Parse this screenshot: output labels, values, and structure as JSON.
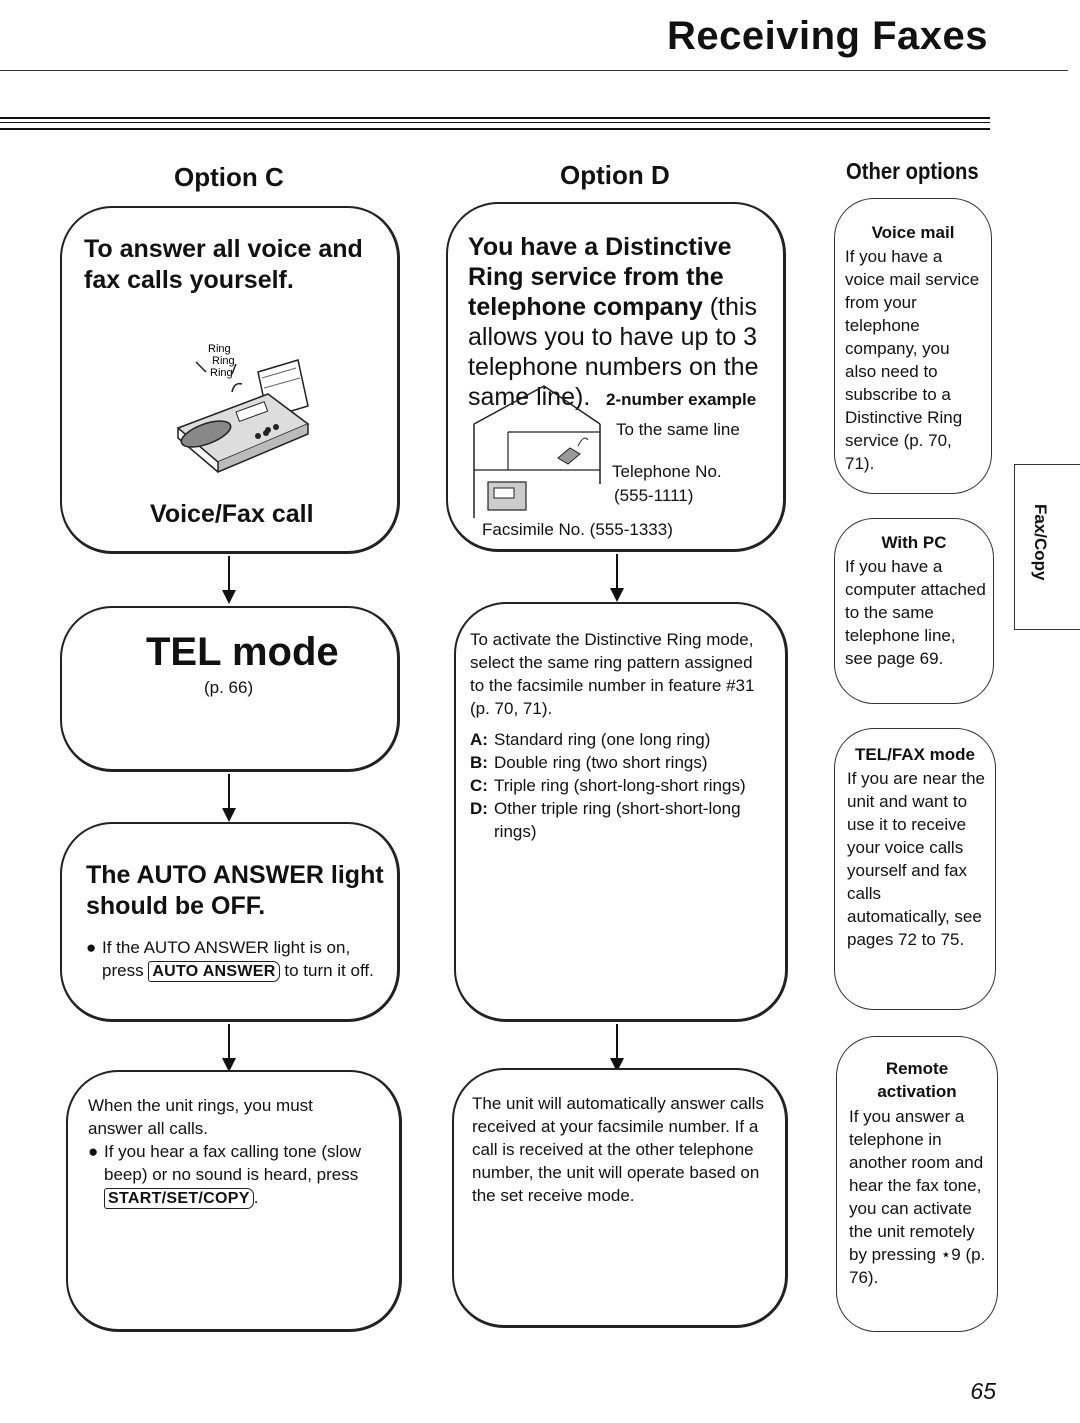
{
  "page": {
    "title": "Receiving Faxes",
    "page_number": "65",
    "side_tab": "Fax/Copy"
  },
  "option_c": {
    "header": "Option C",
    "box1_heading": "To answer all voice and fax calls yourself.",
    "box1_illustration_text": [
      "Ring",
      "Ring",
      "Ring"
    ],
    "box1_caption": "Voice/Fax call",
    "box2_heading": "TEL mode",
    "box2_ref": "(p. 66)",
    "box3_heading": "The AUTO ANSWER light should be OFF.",
    "box3_bullet_pre": "If the AUTO ANSWER light is on, press",
    "box3_key": "AUTO ANSWER",
    "box3_bullet_post": "to turn it off.",
    "box4_text": "When the unit rings, you must answer all calls.",
    "box4_bullet_pre": "If you hear a fax calling tone (slow beep) or no sound is heard, press",
    "box4_key": "START/SET/COPY",
    "box4_bullet_post": "."
  },
  "option_d": {
    "header": "Option D",
    "box1_heading_bold": "You have a Distinctive Ring service from the telephone company",
    "box1_heading_normal": " (this allows you to have up to 3 telephone numbers on the same line).",
    "diagram_title": "2-number example",
    "diagram_same_line": "To the same line",
    "diagram_tel_label": "Telephone No.",
    "diagram_tel_number": "(555-1111)",
    "diagram_fax": "Facsimile No. (555-1333)",
    "box2_text": "To activate the Distinctive Ring mode, select the same ring pattern assigned to the facsimile number in feature #31 (p. 70, 71).",
    "ring_options": [
      {
        "key": "A:",
        "text": "Standard ring (one long ring)"
      },
      {
        "key": "B:",
        "text": "Double ring (two short rings)"
      },
      {
        "key": "C:",
        "text": "Triple ring (short-long-short rings)"
      },
      {
        "key": "D:",
        "text": "Other triple ring (short-short-long rings)"
      }
    ],
    "box3_text": "The unit will automatically answer calls received at your facsimile number. If a call is received at the other telephone number, the unit will operate based on the set receive mode."
  },
  "other_options": {
    "header": "Other options",
    "items": [
      {
        "title": "Voice mail",
        "text": "If you have a voice mail service from your telephone company, you also need to subscribe to a Distinctive Ring service (p. 70, 71)."
      },
      {
        "title": "With PC",
        "text": "If you have a computer attached to the same telephone line, see page 69."
      },
      {
        "title": "TEL/FAX mode",
        "text": "If you are near the unit and want to use it to receive your voice calls yourself and fax calls automatically, see pages 72 to 75."
      },
      {
        "title": "Remote activation",
        "text": "If you answer a telephone in another room and hear the fax tone, you can activate the unit remotely by pressing ⋆9 (p. 76)."
      }
    ]
  }
}
